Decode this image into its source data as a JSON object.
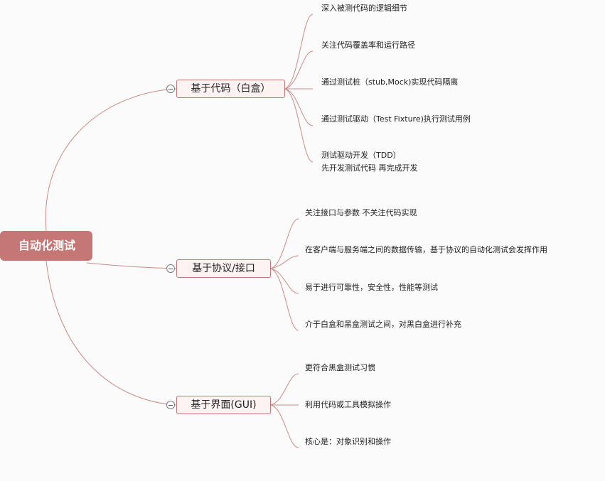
{
  "root": {
    "label": "自动化测试"
  },
  "branches": [
    {
      "label": "基于代码（白盒）",
      "children": [
        "深入被测代码的逻辑细节",
        "关注代码覆盖率和运行路径",
        "通过测试桩（stub,Mock)实现代码隔离",
        "通过测试驱动（Test Fixture)执行测试用例",
        "测试驱动开发（TDD）",
        "先开发测试代码 再完成开发"
      ]
    },
    {
      "label": "基于协议/接口",
      "children": [
        "关注接口与参数 不关注代码实现",
        "在客户端与服务端之间的数据传输，基于协议的自动化测试会发挥作用",
        "易于进行可靠性，安全性，性能等测试",
        "介于白盒和黑盒测试之间，对黑白盒进行补充"
      ]
    },
    {
      "label": "基于界面(GUI)",
      "children": [
        "更符合黑盒测试习惯",
        "利用代码或工具模拟操作",
        "核心是：对象识别和操作"
      ]
    }
  ]
}
